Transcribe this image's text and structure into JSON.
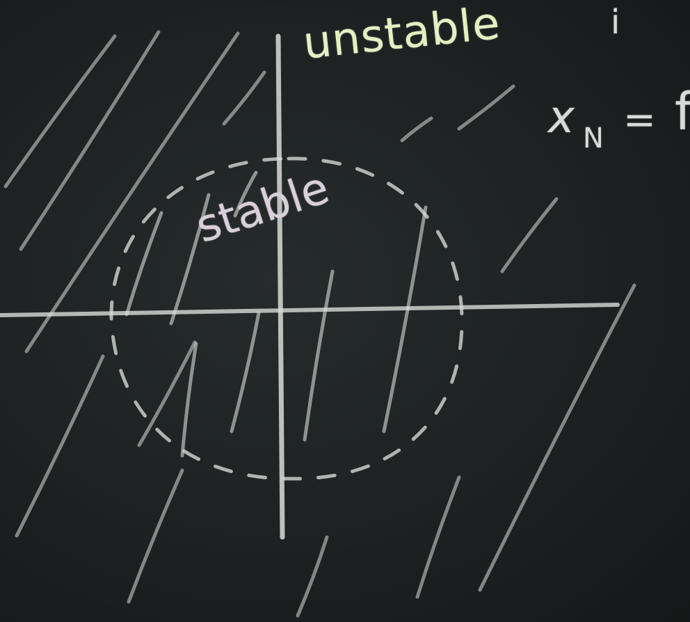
{
  "board": {
    "background": "#1d2121",
    "chalk_color": "#d8dcd8",
    "highlight_color": "#e6efc0",
    "stable_color": "#d9cfd8"
  },
  "labels": {
    "unstable": "unstable",
    "stable": "stable",
    "index": "i",
    "equation": {
      "variable": "x",
      "subscript": "N",
      "sign": "=",
      "rhs": "f"
    }
  }
}
